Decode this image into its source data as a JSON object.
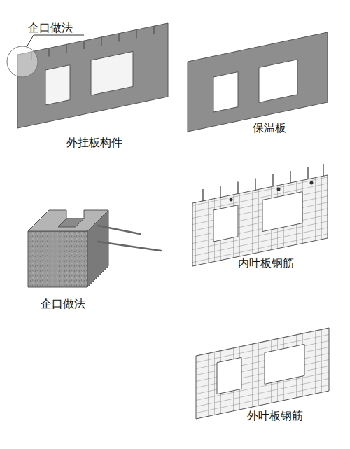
{
  "diagram": {
    "labels": [
      "企口做法",
      "外挂板构件",
      "保温板",
      "企口做法",
      "内叶板钢筋",
      "外叶板钢筋"
    ]
  }
}
